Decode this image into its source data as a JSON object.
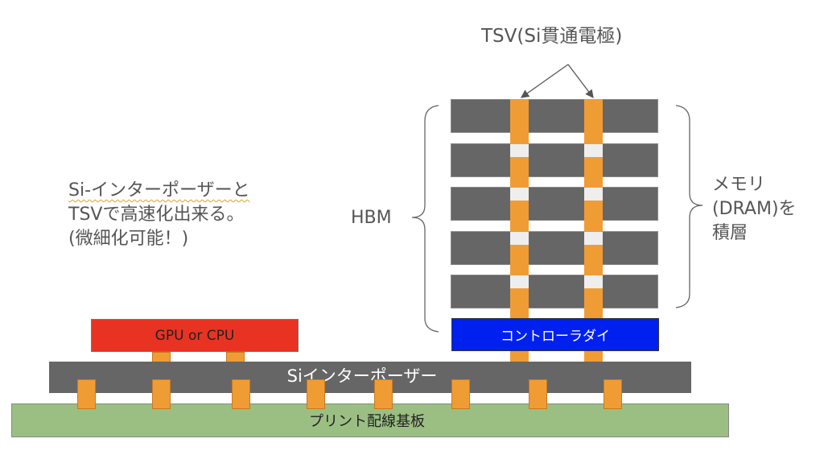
{
  "labels": {
    "tsv": "TSV(Si貫通電極)",
    "hbm": "HBM",
    "memory_lines": [
      "メモリ",
      "(DRAM)を",
      "積層"
    ],
    "note_lines": [
      "Si-インターポーザーと",
      "TSVで高速化出来る。",
      "(微細化可能！)"
    ],
    "gpu": "GPU or CPU",
    "controller": "コントローラダイ",
    "interposer": "Siインターポーザー",
    "pcb": "プリント配線基板"
  },
  "colors": {
    "layer": "#666666",
    "tsv": "#f09c35",
    "gpu": "#e83323",
    "controller": "#0020f0",
    "pcb": "#9bbf83"
  }
}
